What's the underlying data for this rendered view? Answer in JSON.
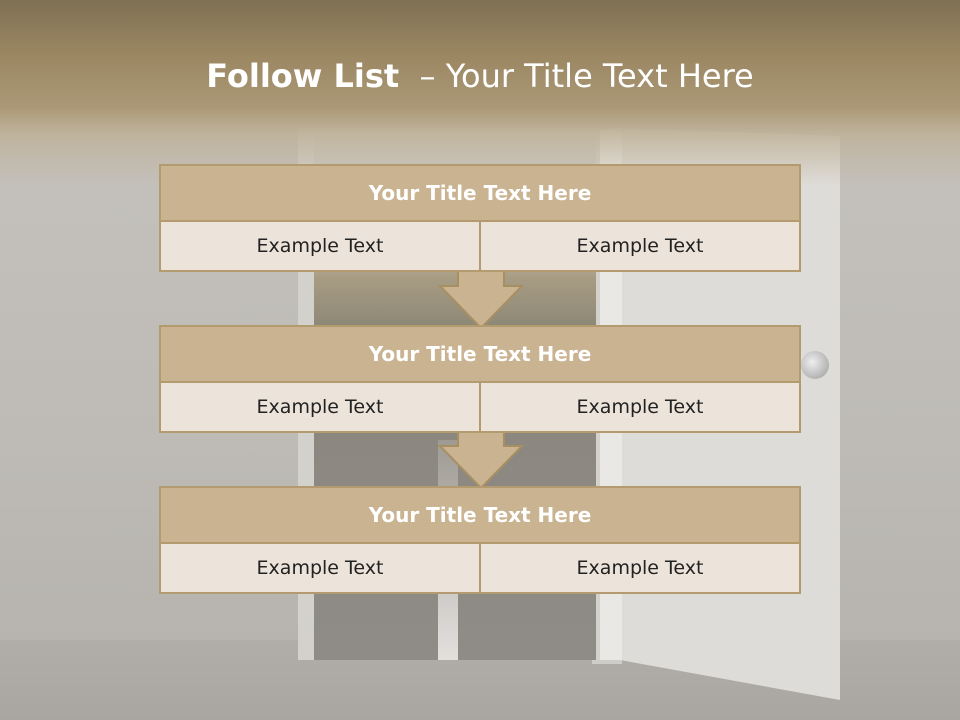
{
  "slide": {
    "title_bold": "Follow List",
    "title_rest": "– Your Title Text Here"
  },
  "steps": [
    {
      "title": "Your Title Text Here",
      "left": "Example Text",
      "right": "Example Text"
    },
    {
      "title": "Your Title Text Here",
      "left": "Example Text",
      "right": "Example Text"
    },
    {
      "title": "Your Title Text Here",
      "left": "Example Text",
      "right": "Example Text"
    }
  ],
  "colors": {
    "header_band": "#9b8762",
    "block_header": "#c9b391",
    "block_cell": "#ece4da",
    "block_border": "#b39a6f",
    "arrow_fill": "#c9b391"
  }
}
